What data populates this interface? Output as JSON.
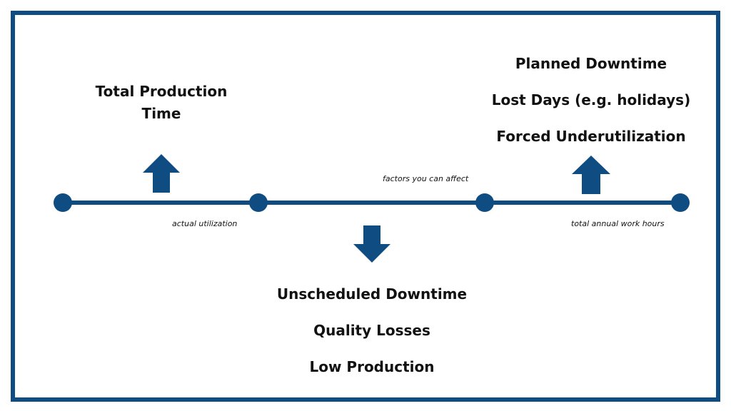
{
  "colors": {
    "primary": "#0f4c81",
    "text": "#111111",
    "background": "#ffffff"
  },
  "top_left": {
    "line1": "Total Production",
    "line2": "Time"
  },
  "top_right": {
    "items": [
      "Planned Downtime",
      "Lost Days (e.g. holidays)",
      "Forced Underutilization"
    ]
  },
  "bottom": {
    "items": [
      "Unscheduled Downtime",
      "Quality Losses",
      "Low Production"
    ]
  },
  "timeline_labels": {
    "actual_utilization": "actual utilization",
    "factors": "factors you can affect",
    "total_hours": "total annual work hours"
  }
}
